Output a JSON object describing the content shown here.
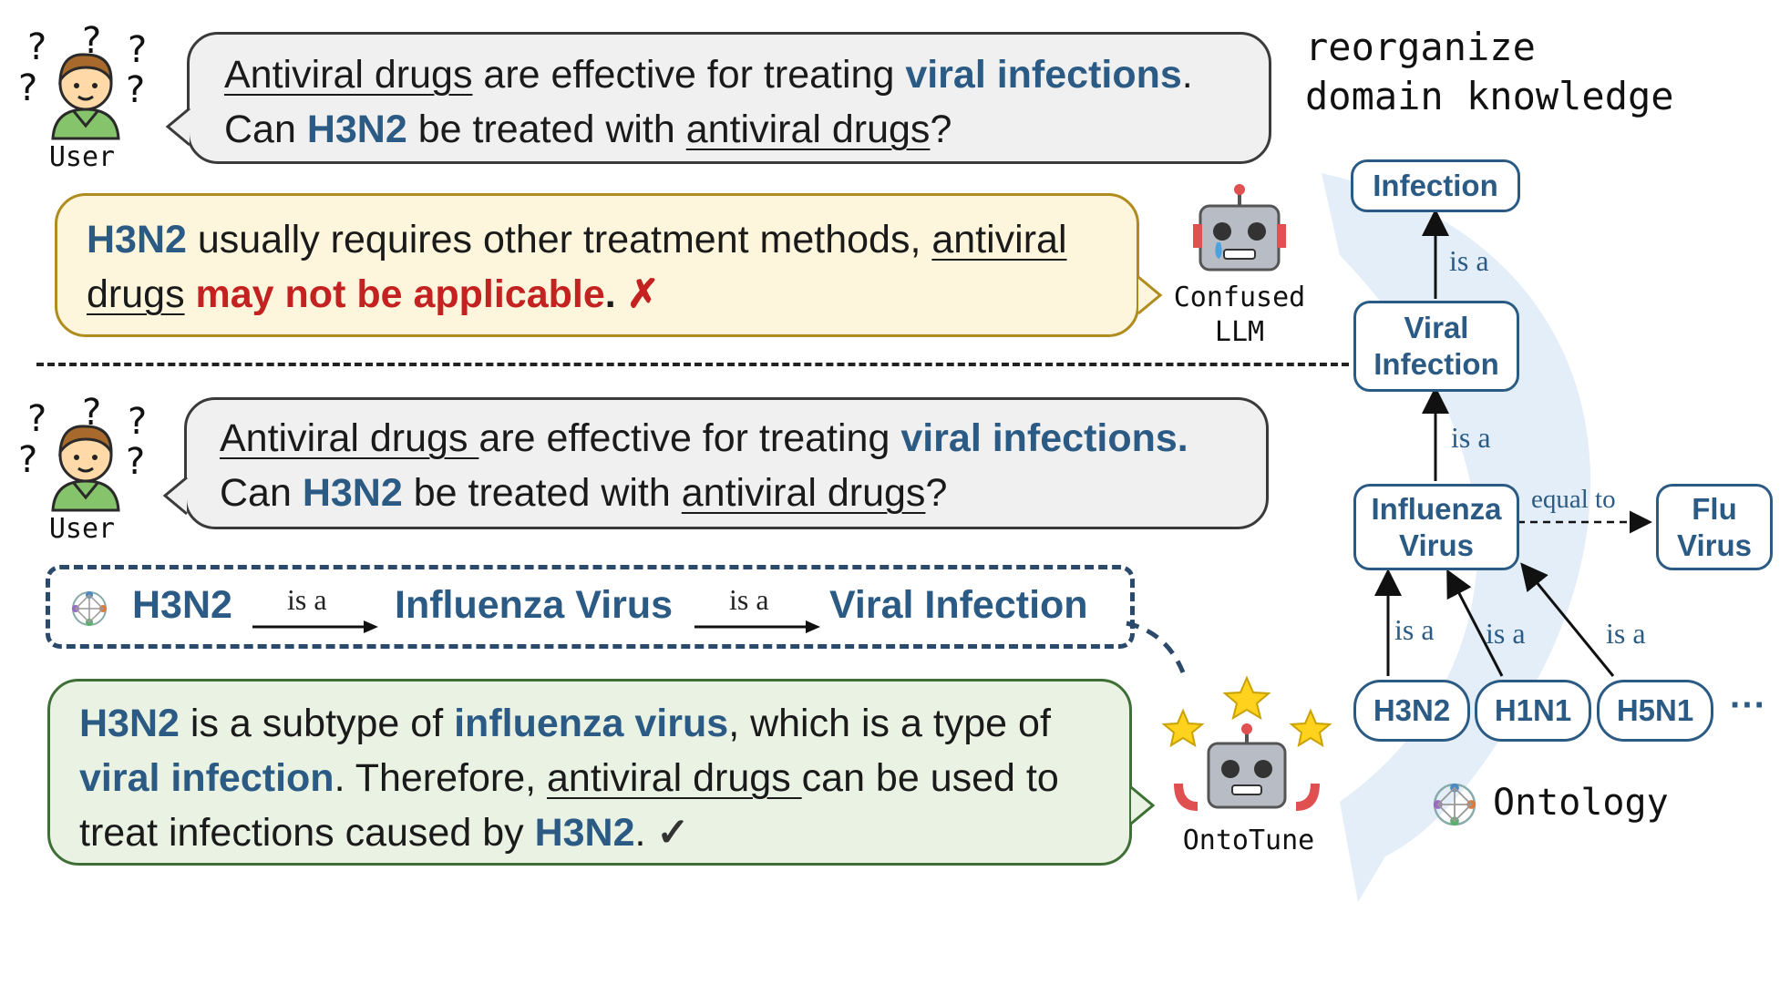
{
  "top_section": {
    "user_label": "User",
    "question": {
      "line1": {
        "a": "Antiviral drugs",
        "b": " are effective for treating ",
        "c": "viral infections",
        "d": "."
      },
      "line2": {
        "a": "Can ",
        "b": "H3N2",
        "c": " be treated with ",
        "d": "antiviral drugs",
        "e": "?"
      }
    },
    "answer": {
      "line1": {
        "a": "H3N2",
        "b": " usually requires other treatment methods, ",
        "c": "antiviral"
      },
      "line2": {
        "a": "drugs",
        "b": " ",
        "c": "may not be applicable",
        "d": ".",
        "e": "✗"
      }
    },
    "robot_label": "Confused LLM",
    "robot_label_line1": "Confused",
    "robot_label_line2": "LLM"
  },
  "bottom_section": {
    "user_label": "User",
    "question": {
      "line1": {
        "a": "Antiviral drugs ",
        "b": "are effective for treating ",
        "c": "viral infections."
      },
      "line2": {
        "a": "Can ",
        "b": "H3N2",
        "c": " be treated with ",
        "d": "antiviral drugs",
        "e": "?"
      }
    },
    "chain": {
      "n1": "H3N2",
      "r1": "is a",
      "n2": "Influenza Virus",
      "r2": "is a",
      "n3": "Viral Infection"
    },
    "answer": {
      "line1": {
        "a": "H3N2",
        "b": " is a subtype of ",
        "c": "influenza virus",
        "d": ", which is a type of"
      },
      "line2": {
        "a": "viral infection",
        "b": ". Therefore, ",
        "c": "antiviral drugs ",
        "d": "can be used to"
      },
      "line3": {
        "a": "treat infections caused by ",
        "b": "H3N2",
        "c": ".",
        "d": "✓"
      }
    },
    "robot_label": "OntoTune"
  },
  "ontology": {
    "title_line1": "reorganize",
    "title_line2": "domain knowledge",
    "caption": "Ontology",
    "nodes": {
      "infection": "Infection",
      "viral_infection_l1": "Viral",
      "viral_infection_l2": "Infection",
      "influenza_l1": "Influenza",
      "influenza_l2": "Virus",
      "flu_l1": "Flu",
      "flu_l2": "Virus",
      "h3n2": "H3N2",
      "h1n1": "H1N1",
      "h5n1": "H5N1",
      "more": "···"
    },
    "relations": {
      "is_a": "is a",
      "equal_to": "equal to"
    }
  },
  "colors": {
    "keyword": "#2b5b84",
    "error": "#c42121",
    "question_bg": "#f0f0f0",
    "bad_bg": "#fdf6dc",
    "good_bg": "#e9f2e3",
    "arc": "#e3eef8"
  }
}
